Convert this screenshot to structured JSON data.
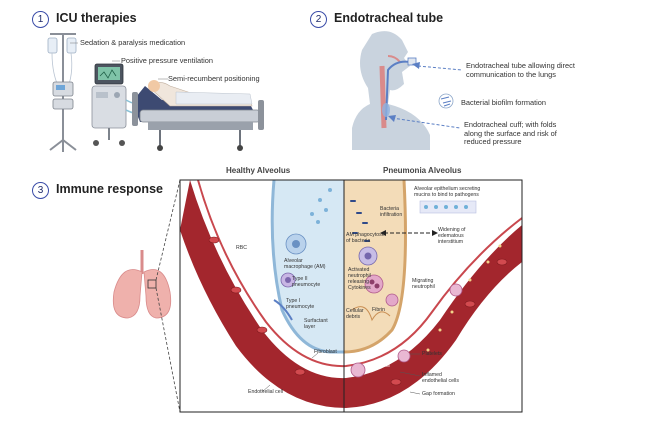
{
  "sections": {
    "icu": {
      "number": "1",
      "title": "ICU therapies"
    },
    "ett": {
      "number": "2",
      "title": "Endotracheal tube"
    },
    "immune": {
      "number": "3",
      "title": "Immune response"
    }
  },
  "icu_labels": {
    "sedation": "Sedation & paralysis medication",
    "ppv": "Positive pressure ventilation",
    "semi": "Semi-recumbent positioning"
  },
  "ett_labels": {
    "tube_line1": "Endotracheal tube allowing direct",
    "tube_line2": "communication to the lungs",
    "biofilm": "Bacterial biofilm formation",
    "cuff_line1": "Endotracheal cuff; with folds",
    "cuff_line2": "along the surface and risk of",
    "cuff_line3": "reduced pressure"
  },
  "columns": {
    "healthy": "Healthy Alveolus",
    "pneumonia": "Pneumonia Alveolus"
  },
  "healthy_labels": {
    "rbc": "RBC",
    "am_line1": "Alveolar",
    "am_line2": "macrophage (AM)",
    "t2_line1": "Type II",
    "t2_line2": "pneumocyte",
    "t1_line1": "Type I",
    "t1_line2": "pneumocyte",
    "surf_line1": "Surfactant",
    "surf_line2": "layer",
    "fibroblast": "Fibroblast",
    "endo": "Endothelial cell"
  },
  "pneumonia_labels": {
    "epi_line1": "Alveolar epithelium secreting",
    "epi_line2": "mucins to bind to pathogens",
    "bact_line1": "Bacteria",
    "bact_line2": "infiltration",
    "amphag_line1": "AM phagocytose",
    "amphag_line2": "of bacteria",
    "widen_line1": "Widening of",
    "widen_line2": "edematous",
    "widen_line3": "interstitium",
    "act_line1": "Activated",
    "act_line2": "neutrophil",
    "act_line3": "releasing",
    "act_line4": "Cytokines",
    "mig_line1": "Migrating",
    "mig_line2": "neutrophil",
    "debris_line1": "Cellular",
    "debris_line2": "debris",
    "fibrin": "Fibrin",
    "platelets": "Platelets",
    "neutrophil": "Neutrophil",
    "inflamed_line1": "Inflamed",
    "inflamed_line2": "endothelial cells",
    "gap": "Gap formation"
  },
  "colors": {
    "vessel": "#a3262d",
    "vessel_light": "#c9484e",
    "alveolus_fill": "#d6e8f4",
    "pneumonia_fill": "#f3dcb8",
    "accent_blue": "#3a4ca8",
    "arrow_blue": "#5b7fc4"
  }
}
